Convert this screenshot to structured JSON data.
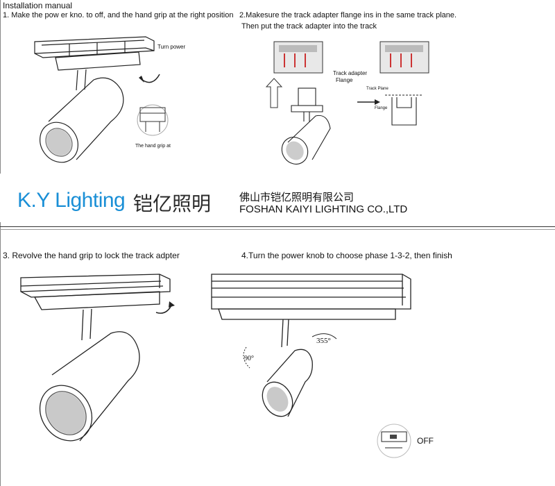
{
  "header": {
    "title": "Installation manual"
  },
  "steps": {
    "step1": "1. Make the pow er kno. to off, and the hand grip at the right position",
    "step2_line1": "2.Makesure the track adapter flange ins in the same track plane.",
    "step2_line2": "Then put the track adapter into the track",
    "step3": "3. Revolve the hand grip to lock the track adpter",
    "step4": "4.Turn the power knob to choose phase 1-3-2, then finish"
  },
  "labels": {
    "turn_power": "Turn power",
    "hand_grip_at": "The hand grip at",
    "track_adapter_flange_1": "Track adapter",
    "track_adapter_flange_2": "Flange",
    "track_plane": "Track Plane",
    "flange": "Flange",
    "angle_355": "355°",
    "angle_90": "90°",
    "off": "OFF"
  },
  "brand": {
    "logo_en": "K.Y Lighting",
    "logo_cn": "铠亿照明",
    "company_cn": "佛山市铠亿照明有限公司",
    "company_en": "FOSHAN KAIYI LIGHTING CO.,LTD"
  },
  "colors": {
    "logo_blue": "#1a8fd6",
    "line": "#222222"
  }
}
